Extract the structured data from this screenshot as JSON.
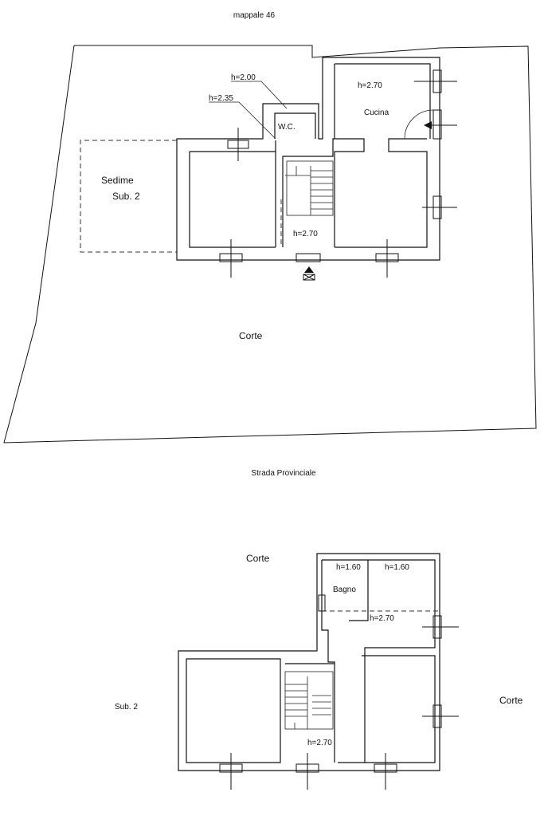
{
  "plan_top": {
    "parcel_label": "mappale 46",
    "rooms": {
      "sedime_line1": "Sedime",
      "sedime_line2": "Sub. 2",
      "wc": "W.C.",
      "cucina": "Cucina",
      "corte": "Corte"
    },
    "heights": {
      "h_wc": "h=2.00",
      "h_stair": "h=2.35",
      "h_cucina": "h=2.70",
      "h_main": "h=2.70"
    }
  },
  "road_label": "Strada Provinciale",
  "plan_bottom": {
    "corte_top": "Corte",
    "corte_right": "Corte",
    "sub2": "Sub. 2",
    "rooms": {
      "bagno": "Bagno"
    },
    "heights": {
      "h_bagno": "h=1.60",
      "h_room_right": "h=1.60",
      "h_mid": "h=2.70",
      "h_main": "h=2.70"
    }
  },
  "colors": {
    "line": "#111111",
    "background": "#ffffff"
  }
}
